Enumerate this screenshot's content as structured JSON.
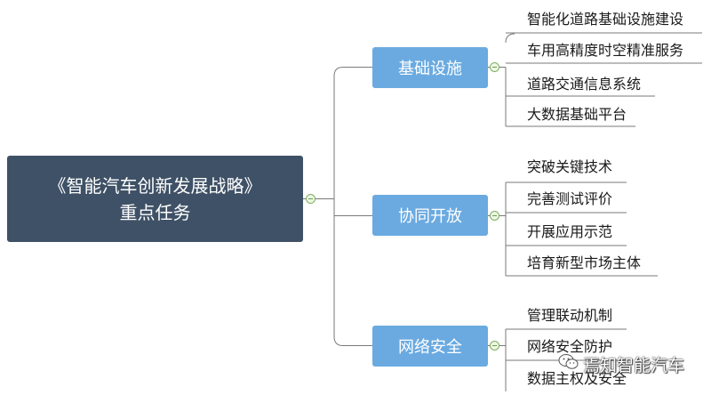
{
  "root": {
    "line1": "《智能汽车创新发展战略》",
    "line2": "重点任务"
  },
  "branches": [
    {
      "label": "基础设施",
      "leaves": [
        "智能化道路基础设施建设",
        "车用高精度时空精准服务",
        "道路交通信息系统",
        "大数据基础平台"
      ]
    },
    {
      "label": "协同开放",
      "leaves": [
        "突破关键技术",
        "完善测试评价",
        "开展应用示范",
        "培育新型市场主体"
      ]
    },
    {
      "label": "网络安全",
      "leaves": [
        "管理联动机制",
        "网络安全防护",
        "数据主权及安全"
      ]
    }
  ],
  "watermark": {
    "text": "焉知智能汽车",
    "icon": "wechat-icon"
  },
  "colors": {
    "root_fill": "#3f5166",
    "branch_fill": "#6aaae0",
    "line": "#7a7a7a",
    "toggle_border": "#7db15f"
  }
}
